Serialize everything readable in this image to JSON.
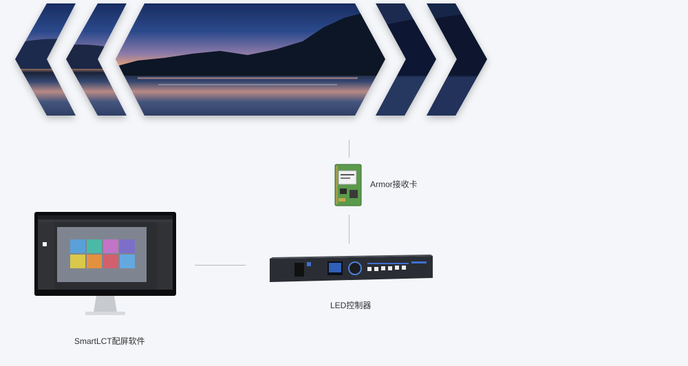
{
  "labels": {
    "receiver_card": "Armor接收卡",
    "controller": "LED控制器",
    "software": "SmartLCT配屏软件"
  },
  "colors": {
    "background": "#f4f6f9",
    "connector": "#b5b9c0",
    "sky_top": "#1c2f66",
    "sunset": "#e29a6e"
  },
  "icons": {
    "receiver_card": "circuit-board-icon",
    "controller": "rack-controller-icon",
    "software": "monitor-icon"
  }
}
